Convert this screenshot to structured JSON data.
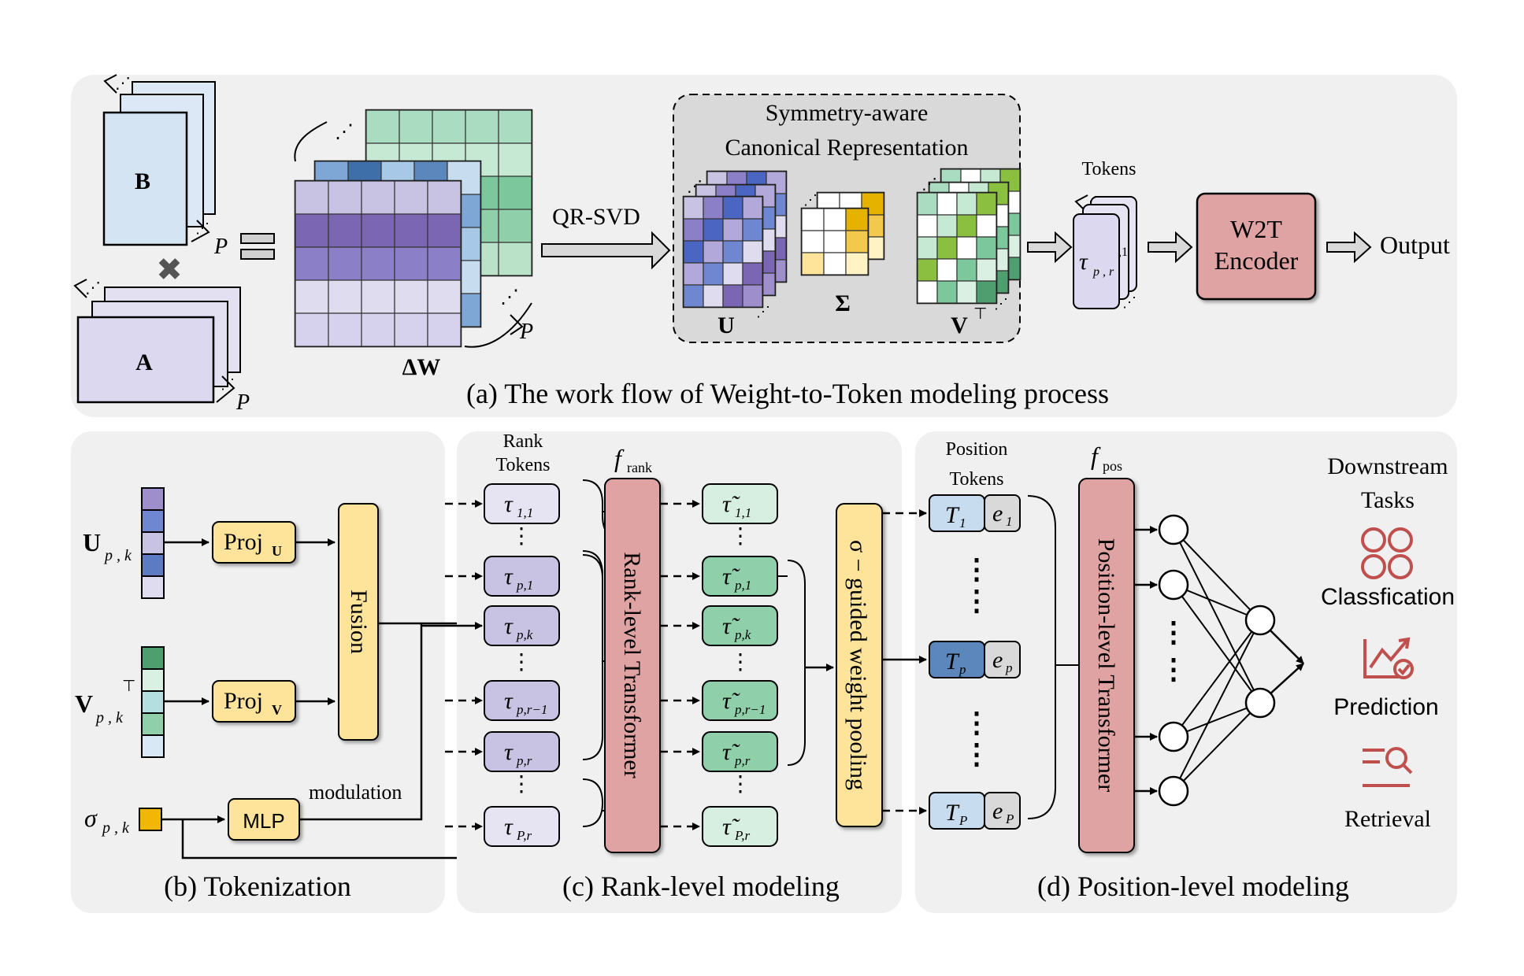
{
  "panel_a": {
    "caption": "(a) The work flow of Weight-to-Token modeling process",
    "label_B": "B",
    "label_A": "A",
    "label_P": "P",
    "label_dW": "ΔW",
    "qrsvd": "QR-SVD",
    "canon_line1": "Symmetry-aware",
    "canon_line2": "Canonical Representation",
    "label_U": "U",
    "label_Sigma": "Σ",
    "label_V": "V",
    "label_V_sup": "⊤",
    "tokens": "Tokens",
    "token_tau": "τ",
    "token_sub": "p , r",
    "token_side": ",1",
    "encoder_line1": "W2T",
    "encoder_line2": "Encoder",
    "output": "Output"
  },
  "panel_b": {
    "caption": "(b) Tokenization",
    "U_label": "U",
    "U_sub": "p , k",
    "V_label": "V",
    "V_sub": "p , k",
    "V_sup": "⊤",
    "sigma_label": "σ",
    "sigma_sub": "p , k",
    "proj_u": "Proj",
    "proj_u_sub": "U",
    "proj_v": "Proj",
    "proj_v_sub": "V",
    "fusion": "Fusion",
    "mlp": "MLP",
    "modulation": "modulation"
  },
  "panel_c": {
    "caption": "(c) Rank-level modeling",
    "rank_tokens_1": "Rank",
    "rank_tokens_2": "Tokens",
    "f_rank": "f",
    "f_rank_sub": "rank",
    "transformer": "Rank-level Transformer",
    "pooling": "σ − guided weight pooling",
    "tau": "τ",
    "tau_tilde": "τ̃",
    "subs": [
      "1,1",
      "p,1",
      "p,k",
      "p,r−1",
      "p,r",
      "P,r"
    ],
    "dots": "⋮"
  },
  "panel_d": {
    "caption": "(d) Position-level modeling",
    "pos_tokens_1": "Position",
    "pos_tokens_2": "Tokens",
    "f_pos": "f",
    "f_pos_sub": "pos",
    "transformer": "Position-level Transformer",
    "T": "T",
    "e": "e",
    "subs": [
      "1",
      "p",
      "P"
    ],
    "downstream_1": "Downstream",
    "downstream_2": "Tasks",
    "tasks": [
      "Classfication",
      "Prediction",
      "Retrieval"
    ],
    "icon_color": "#c0504d"
  },
  "colors": {
    "panel_bg": "#f0f0f0",
    "purple": "#c9c3e3",
    "green": "#a9dcc0",
    "yellow": "#fde49a",
    "red": "#e0a3a3",
    "blue": "#a7c8e6"
  }
}
